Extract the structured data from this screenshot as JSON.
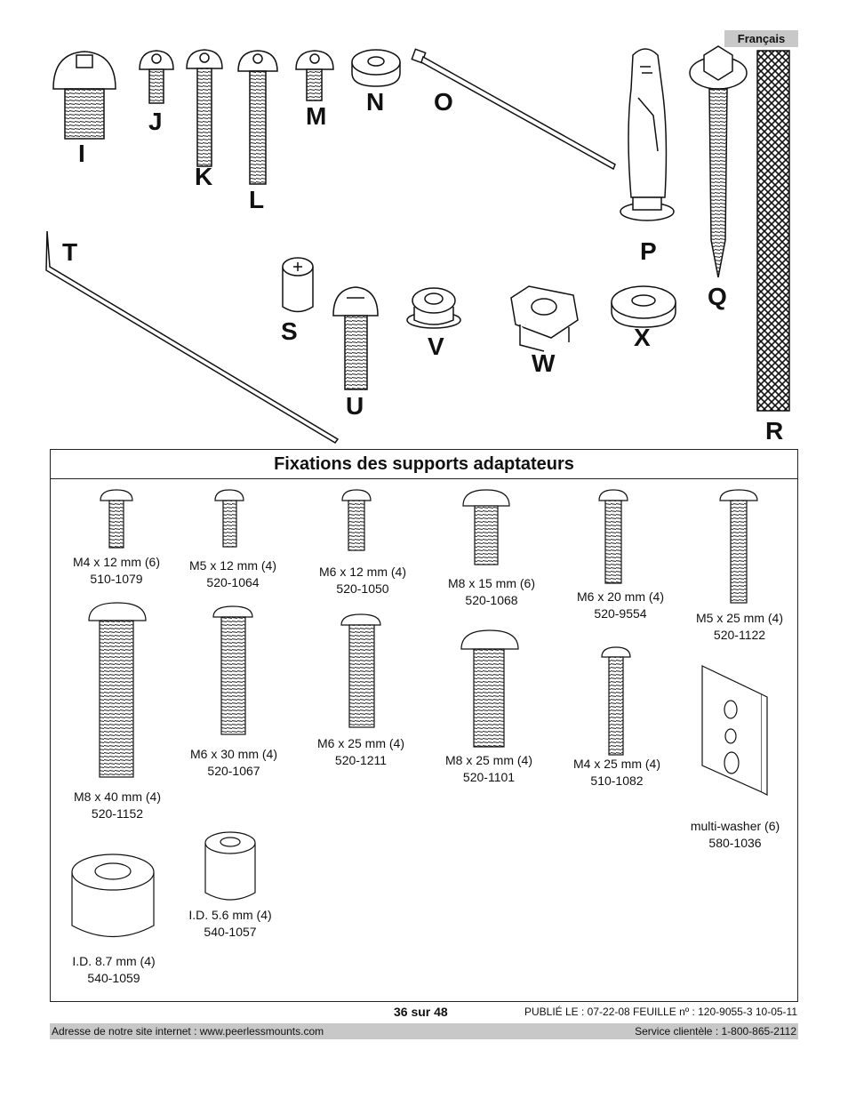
{
  "header": {
    "language": "Français"
  },
  "parts": {
    "labels": {
      "I": "I",
      "J": "J",
      "K": "K",
      "L": "L",
      "M": "M",
      "N": "N",
      "O": "O",
      "P": "P",
      "Q": "Q",
      "R": "R",
      "S": "S",
      "T": "T",
      "U": "U",
      "V": "V",
      "W": "W",
      "X": "X"
    }
  },
  "fasteners": {
    "title": "Fixations des supports adaptateurs",
    "items": [
      {
        "size": "M4 x 12 mm (6)",
        "part": "510-1079"
      },
      {
        "size": "M5 x 12 mm (4)",
        "part": "520-1064"
      },
      {
        "size": "M6 x 12 mm (4)",
        "part": "520-1050"
      },
      {
        "size": "M8 x 15 mm (6)",
        "part": "520-1068"
      },
      {
        "size": "M6 x 20 mm (4)",
        "part": "520-9554"
      },
      {
        "size": "M5 x 25 mm (4)",
        "part": "520-1122"
      },
      {
        "size": "M8 x 40 mm (4)",
        "part": "520-1152"
      },
      {
        "size": "M6 x 30 mm (4)",
        "part": "520-1067"
      },
      {
        "size": "M6 x 25 mm (4)",
        "part": "520-1211"
      },
      {
        "size": "M8 x 25 mm (4)",
        "part": "520-1101"
      },
      {
        "size": "M4 x 25 mm (4)",
        "part": "510-1082"
      },
      {
        "size": "multi-washer (6)",
        "part": "580-1036"
      },
      {
        "size": "I.D. 8.7 mm (4)",
        "part": "540-1059"
      },
      {
        "size": "I.D. 5.6 mm (4)",
        "part": "540-1057"
      }
    ]
  },
  "footer": {
    "page": "36 sur 48",
    "published": "PUBLIÉ LE : 07-22-08  FEUILLE nº : 120-9055-3  10-05-11",
    "website": "Adresse de notre site internet : www.peerlessmounts.com",
    "service": "Service clientèle : 1-800-865-2112"
  }
}
